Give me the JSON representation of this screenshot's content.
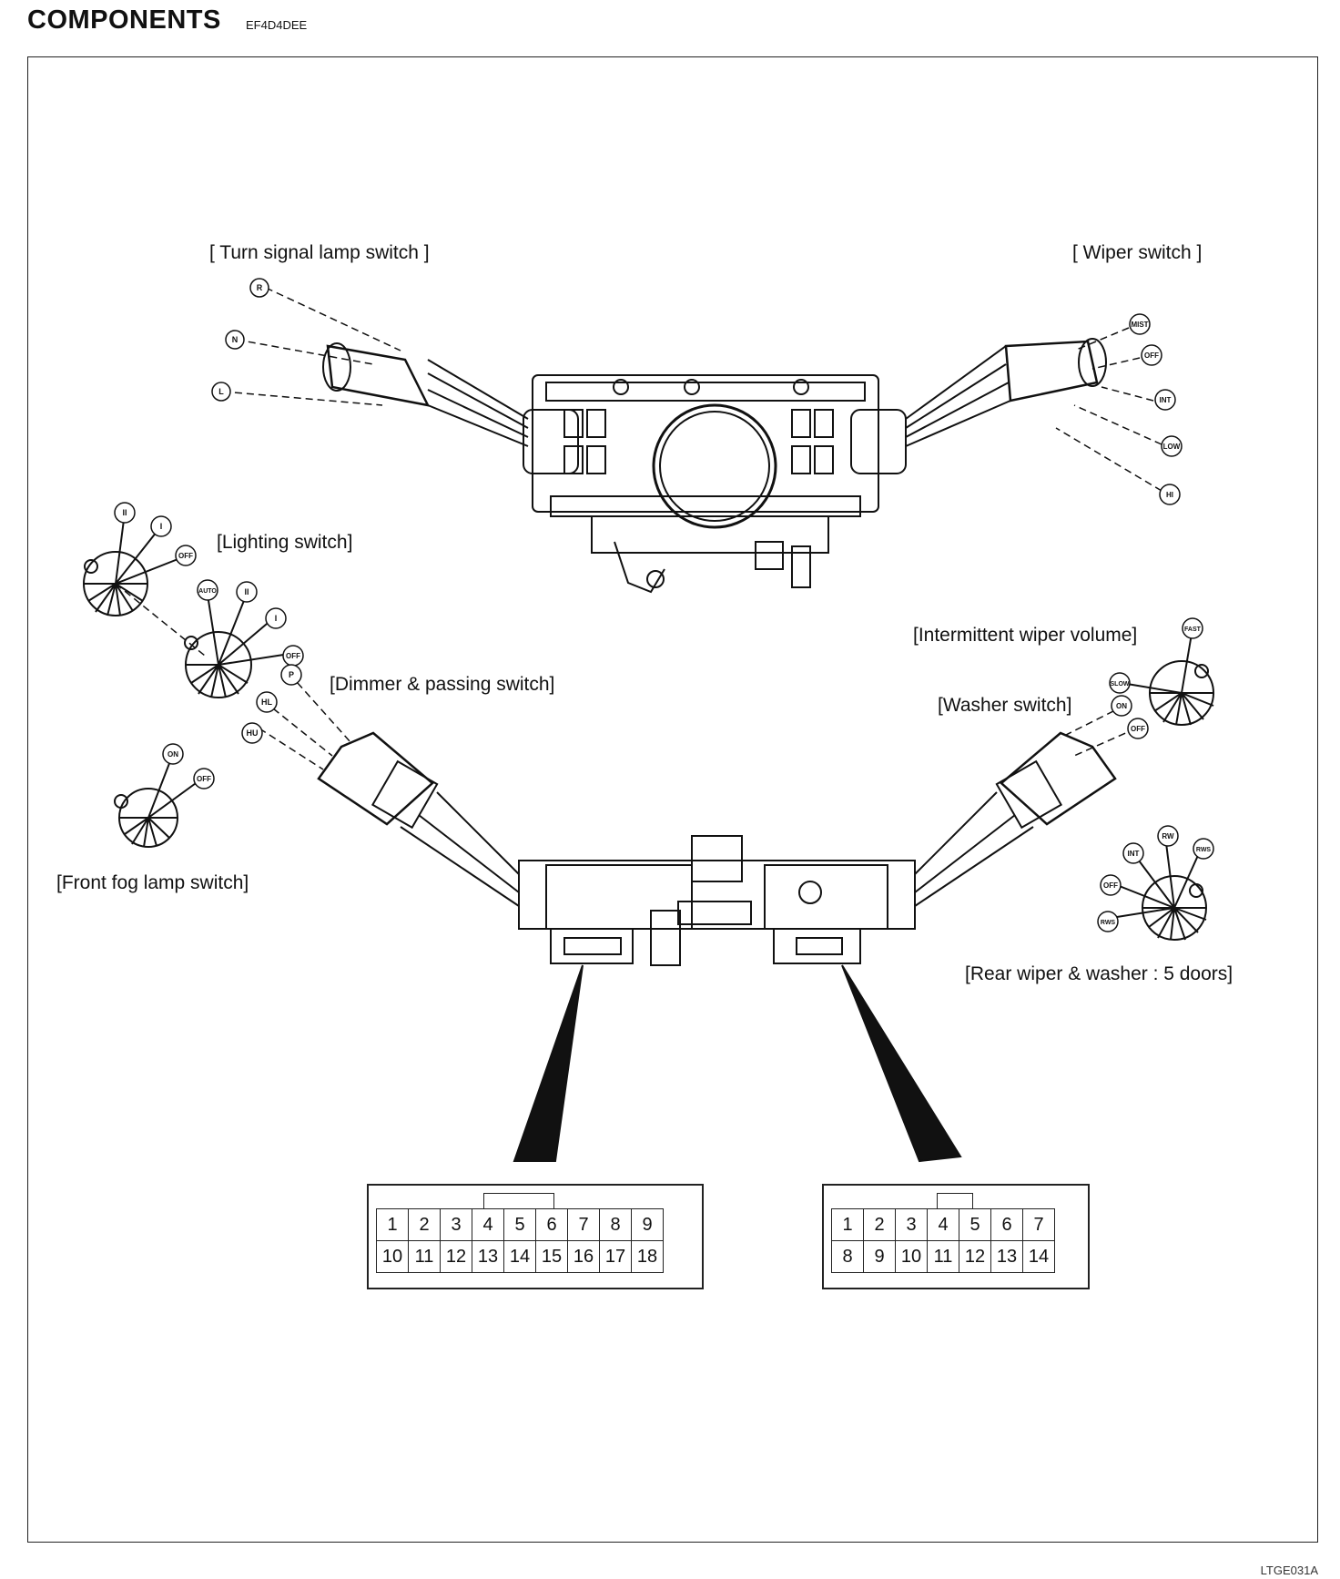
{
  "header": {
    "title": "COMPONENTS",
    "code": "EF4D4DEE"
  },
  "labels": {
    "turn_signal": "[ Turn signal lamp switch ]",
    "wiper": "[ Wiper switch ]",
    "lighting": "[Lighting switch]",
    "dimmer": "[Dimmer & passing switch]",
    "front_fog": "[Front fog lamp switch]",
    "intermittent": "[Intermittent wiper volume]",
    "washer": "[Washer switch]",
    "rear_wiper": "[Rear wiper & washer : 5 doors]"
  },
  "markers": {
    "turn": [
      "R",
      "N",
      "L"
    ],
    "wiper": [
      "MIST",
      "OFF",
      "INT",
      "LOW",
      "HI"
    ],
    "lighting_fog": [
      "II",
      "I",
      "OFF"
    ],
    "lighting_main": [
      "AUTO",
      "II",
      "I",
      "OFF"
    ],
    "dimmer": [
      "P",
      "HL",
      "HU"
    ],
    "fog": [
      "ON",
      "OFF"
    ],
    "intermittent": [
      "FAST",
      "SLOW"
    ],
    "washer": [
      "ON",
      "OFF"
    ],
    "rear": [
      "INT",
      "RW",
      "RWS",
      "OFF",
      "RWS"
    ]
  },
  "connectors": {
    "left": {
      "row1": [
        "1",
        "2",
        "3",
        "4",
        "5",
        "6",
        "7",
        "8",
        "9"
      ],
      "row2": [
        "10",
        "11",
        "12",
        "13",
        "14",
        "15",
        "16",
        "17",
        "18"
      ]
    },
    "right": {
      "row1": [
        "1",
        "2",
        "3",
        "4",
        "5",
        "6",
        "7"
      ],
      "row2": [
        "8",
        "9",
        "10",
        "11",
        "12",
        "13",
        "14"
      ]
    }
  },
  "footer": {
    "code": "LTGE031A"
  }
}
